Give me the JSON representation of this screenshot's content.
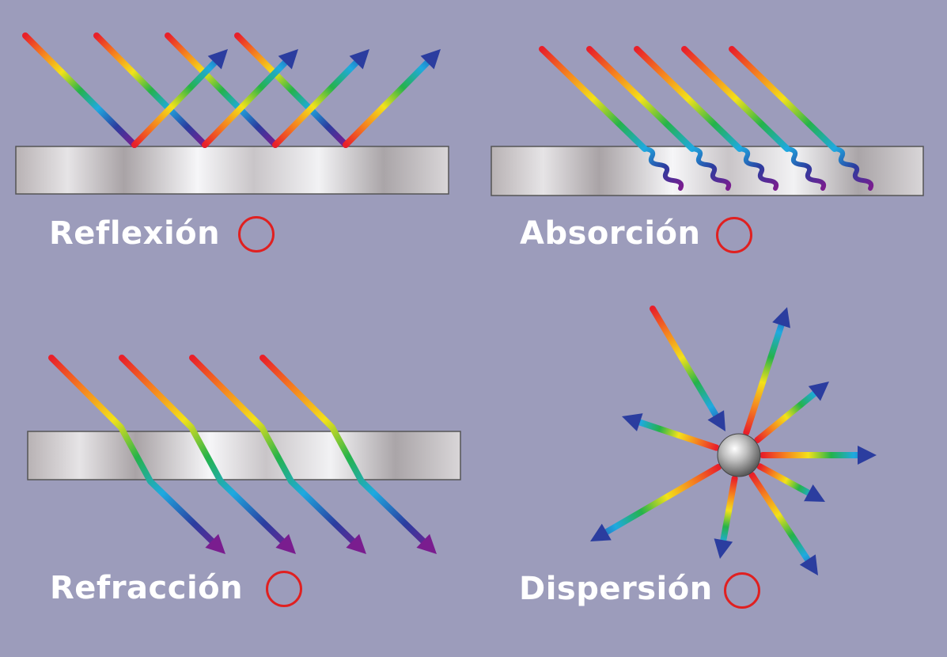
{
  "panels": [
    {
      "id": "reflexion",
      "label": "Reflexión"
    },
    {
      "id": "absorcion",
      "label": "Absorción"
    },
    {
      "id": "refraccion",
      "label": "Refracción"
    },
    {
      "id": "dispersion",
      "label": "Dispersión"
    }
  ],
  "colors": {
    "background": "#9c9cbb",
    "circle": "#e02020",
    "label": "#ffffff",
    "rainbow": [
      "#e8202a",
      "#f5821f",
      "#f3e21a",
      "#25b34a",
      "#1fa9e0",
      "#2b3d9f",
      "#7a1d8f"
    ]
  }
}
